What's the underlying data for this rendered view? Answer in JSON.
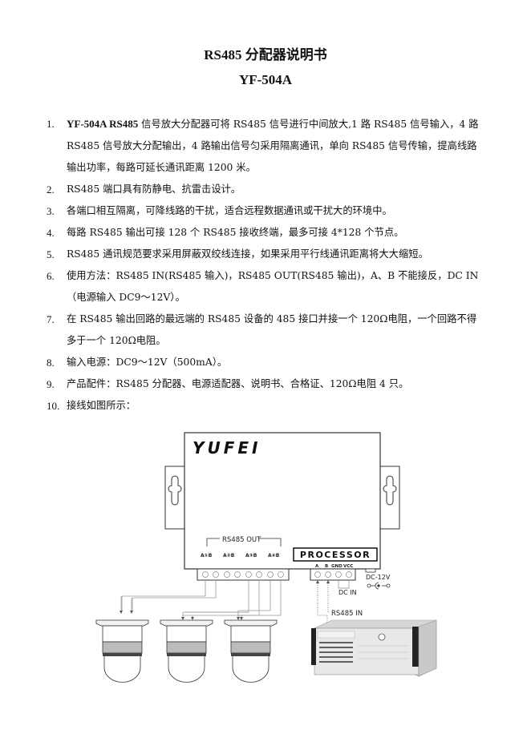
{
  "document": {
    "title": "RS485 分配器说明书",
    "model": "YF-504A"
  },
  "items": [
    {
      "num": "1.",
      "bold_prefix": "YF-504A   RS485",
      "text": "信号放大分配器可将 RS485 信号进行中间放大,1 路 RS485 信号输入，4 路 RS485 信号放大分配输出，4 路输出信号匀采用隔离通讯，单向 RS485 信号传输，提高线路输出功率，每路可延长通讯距离 1200 米。"
    },
    {
      "num": "2.",
      "text": "RS485 端口具有防静电、抗雷击设计。"
    },
    {
      "num": "3.",
      "text": "各端口相互隔离，可降线路的干扰，适合远程数据通讯或干扰大的环境中。"
    },
    {
      "num": "4.",
      "text": "每路 RS485 输出可接 128 个 RS485 接收终端，最多可接 4*128 个节点。"
    },
    {
      "num": "5.",
      "text": "RS485 通讯规范要求采用屏蔽双绞线连接，如果采用平行线通讯距离将大大缩短。"
    },
    {
      "num": "6.",
      "text": "使用方法：RS485 IN(RS485 输入)，RS485 OUT(RS485 输出)，A、B 不能接反，DC IN（电源输入 DC9～12V）。"
    },
    {
      "num": "7.",
      "text": "在 RS485 输出回路的最远端的 RS485 设备的 485 接口并接一个 120Ω电阻，一个回路不得多于一个 120Ω电阻。"
    },
    {
      "num": "8.",
      "text": "输入电源：DC9～12V（500mA）。"
    },
    {
      "num": "9.",
      "text": "产品配件：RS485 分配器、电源适配器、说明书、合格证、120Ω电阻 4 只。"
    },
    {
      "num": "10.",
      "text": "接线如图所示："
    }
  ],
  "diagram": {
    "brand": "YUFEI",
    "out_label": "RS485 OUT",
    "out_ports": [
      "A①B",
      "A②B",
      "A③B",
      "A④B"
    ],
    "processor_label": "PROCESSOR",
    "in_pins": [
      "A",
      "B",
      "GND",
      "VCC"
    ],
    "dc_in": "DC IN",
    "dc_voltage": "DC-12V",
    "rs485_in": "RS485 IN",
    "cameras": 3
  }
}
